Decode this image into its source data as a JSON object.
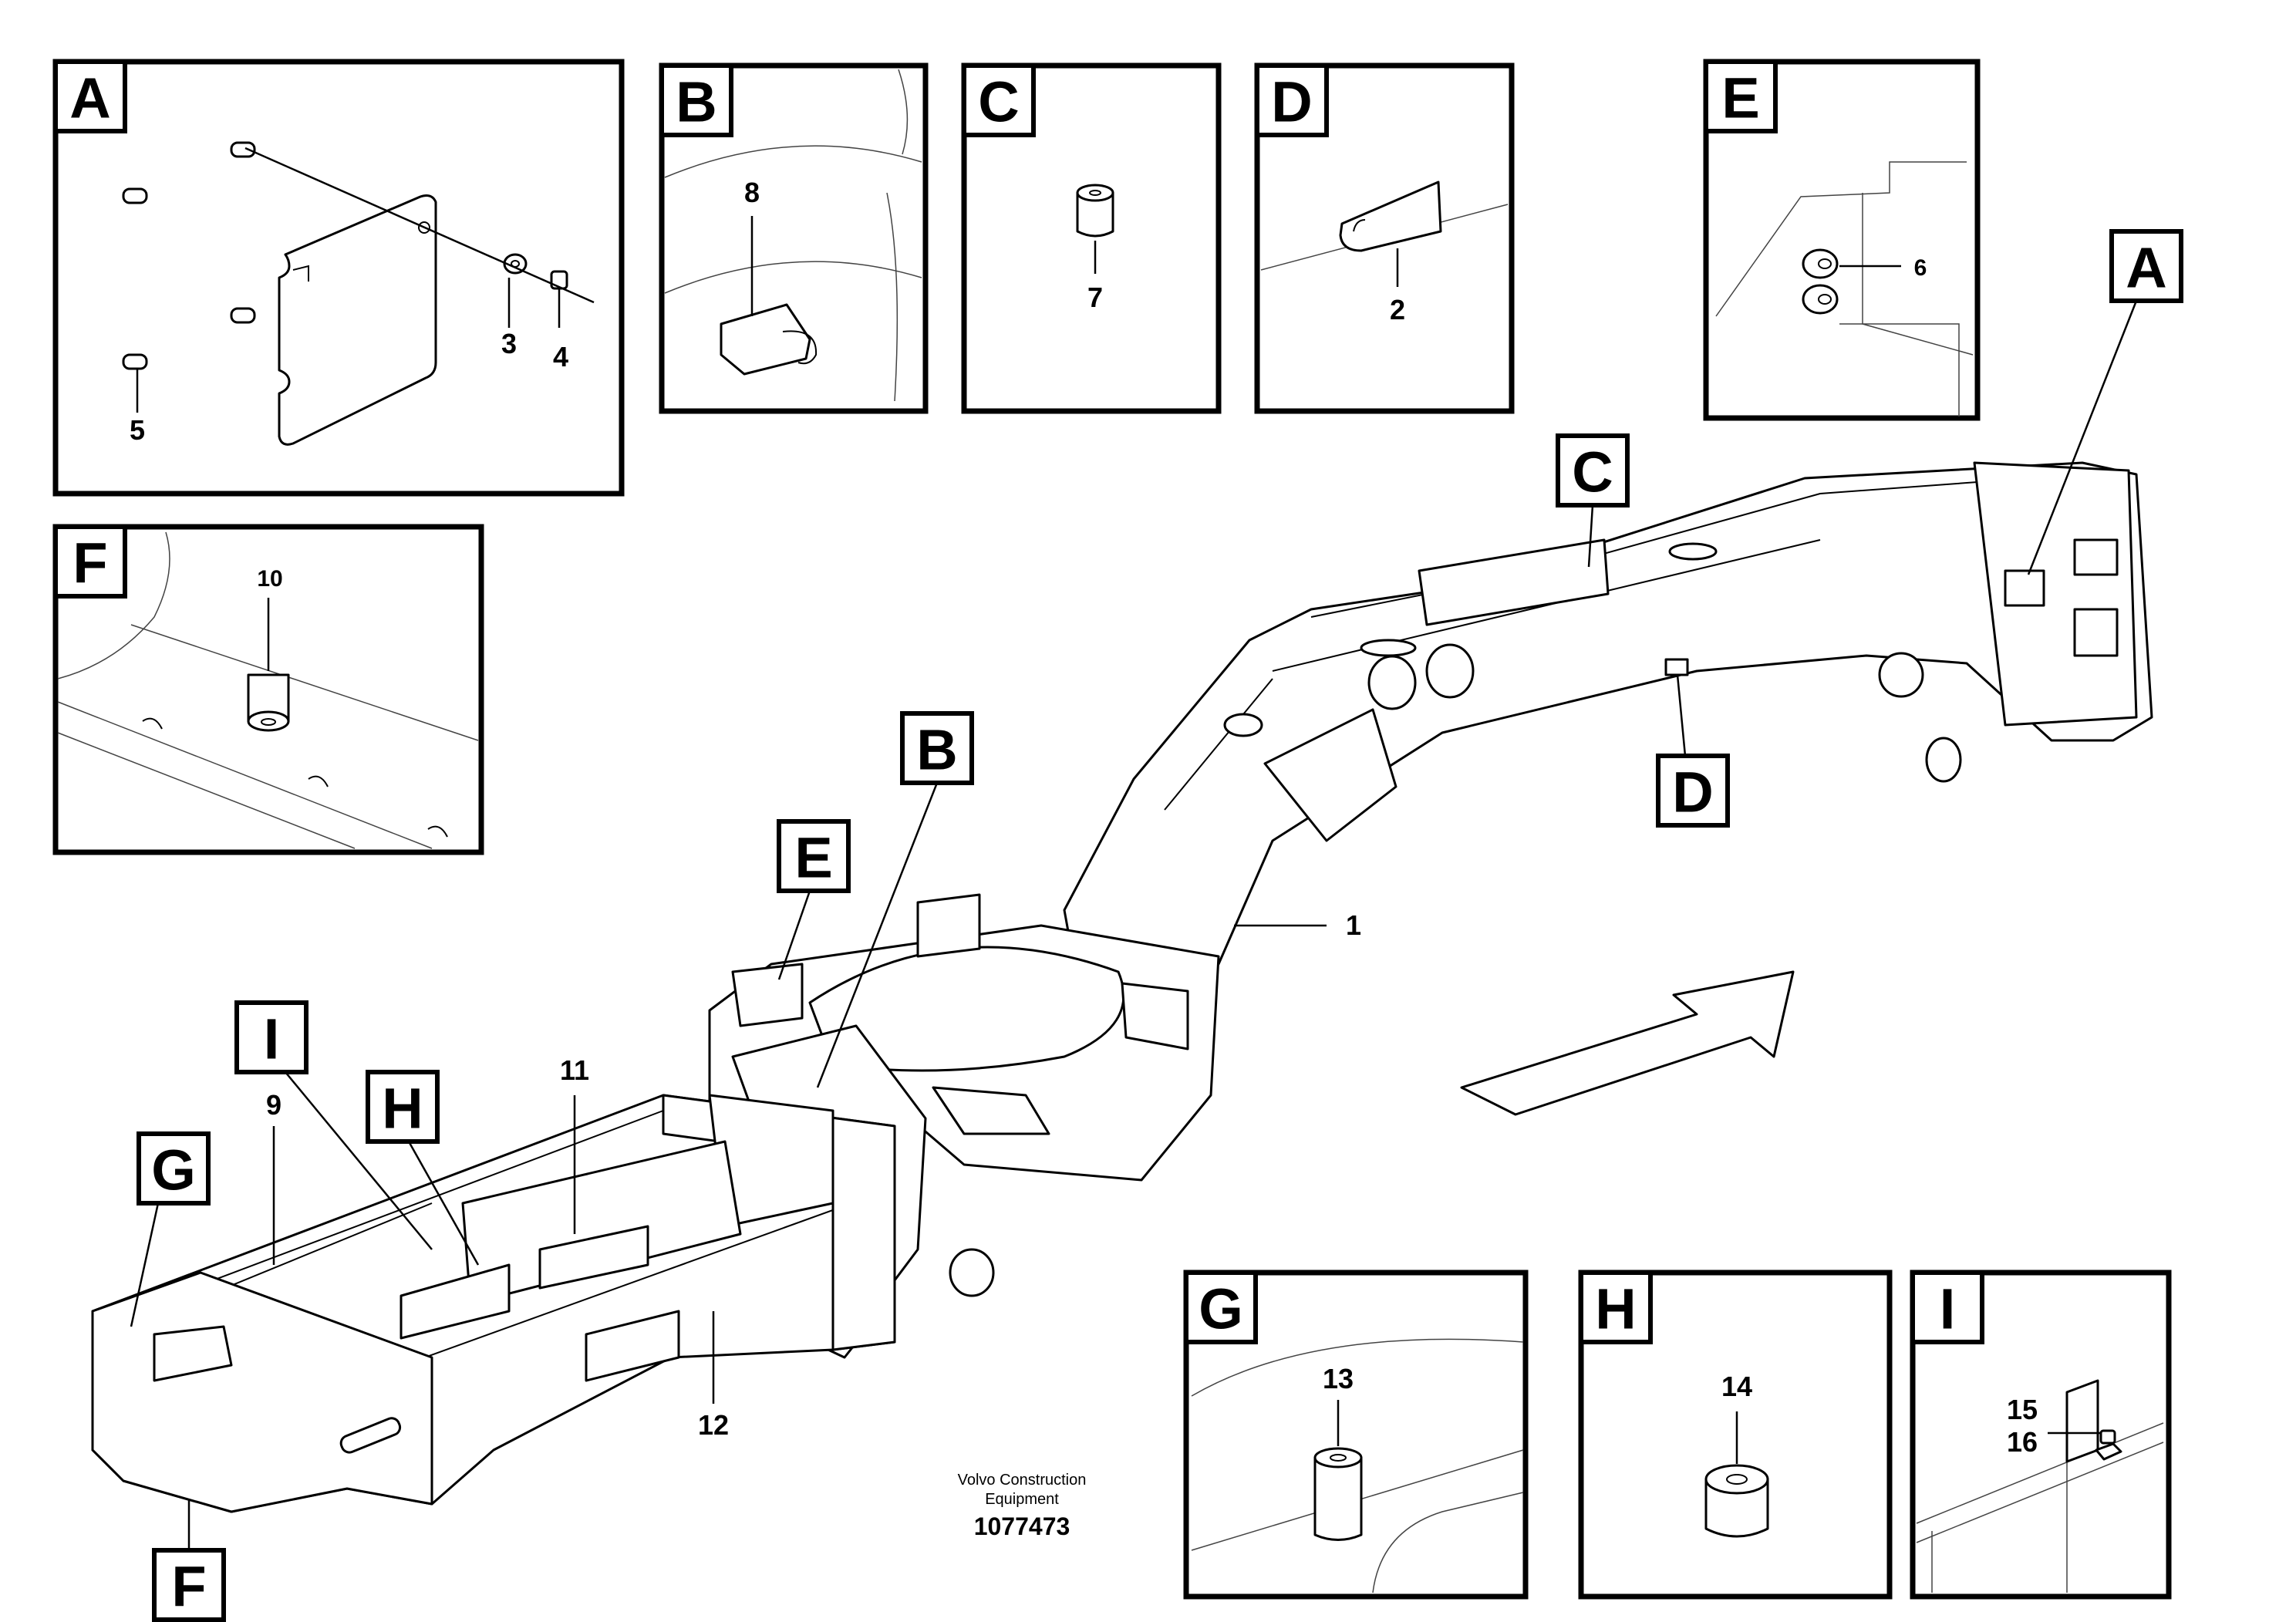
{
  "detail_letters": [
    "A",
    "B",
    "C",
    "D",
    "E",
    "F",
    "G",
    "H",
    "I"
  ],
  "part_numbers": [
    "1",
    "2",
    "3",
    "4",
    "5",
    "6",
    "7",
    "8",
    "9",
    "10",
    "11",
    "12",
    "13",
    "14",
    "15",
    "16"
  ],
  "footer": {
    "line1": "Volvo Construction",
    "line2": "Equipment",
    "drawing_number": "1077473"
  }
}
